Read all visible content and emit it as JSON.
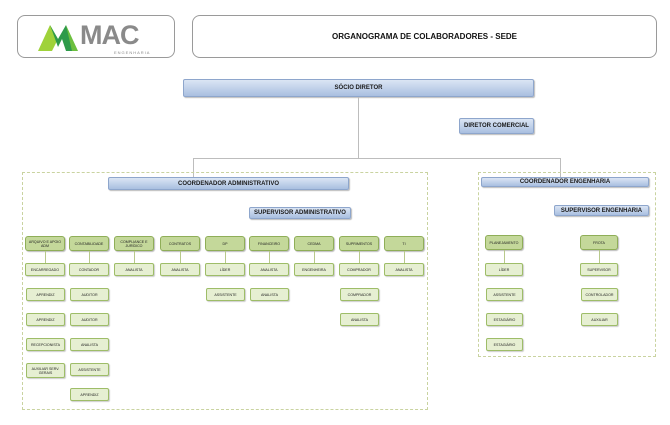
{
  "logo": {
    "name": "MAC",
    "subtitle": "ENGENHARIA",
    "colors": {
      "green_light": "#9fd23a",
      "green_dark": "#2e9a4a",
      "gray": "#8a8a8a"
    }
  },
  "title": "ORGANOGRAMA DE COLABORADORES - SEDE",
  "socio": "SÓCIO DIRETOR",
  "diretor_comercial": "DIRETOR COMERCIAL",
  "admin": {
    "coordinator": "COORDENADOR ADMINISTRATIVO",
    "supervisor": "SUPERVISOR ADMINISTRATIVO",
    "columns": [
      {
        "header": "ARQUIVO E APOIO ADM",
        "items": [
          "ENCARREGADO",
          "APRENDIZ",
          "APRENDIZ",
          "RECEPCIONISTA",
          "AUXILIAR SERV. GERAIS"
        ]
      },
      {
        "header": "CONTABILIDADE",
        "items": [
          "CONTADOR",
          "AUDITOR",
          "AUDITOR",
          "ANALISTA",
          "ASSISTENTE",
          "APRENDIZ"
        ]
      },
      {
        "header": "COMPLIANCE E JURÍDICO",
        "items": [
          "ANALISTA"
        ]
      },
      {
        "header": "CONTRATOS",
        "items": [
          "ANALISTA"
        ]
      },
      {
        "header": "DP",
        "items": [
          "LÍDER",
          "ASSISTENTE"
        ]
      },
      {
        "header": "FINANCEIRO",
        "items": [
          "ANALISTA",
          "ANALISTA"
        ]
      },
      {
        "header": "CEDMA",
        "items": [
          "ENGENHEIRA"
        ]
      },
      {
        "header": "SUPRIMENTOS",
        "items": [
          "COMPRADOR",
          "COMPRADOR",
          "ANALISTA"
        ]
      },
      {
        "header": "TI",
        "items": [
          "ANALISTA"
        ]
      }
    ]
  },
  "eng": {
    "coordinator": "COORDENADOR ENGENHARIA",
    "supervisor": "SUPERVISOR ENGENHARIA",
    "columns": [
      {
        "header": "PLANEJAMENTO",
        "items": [
          "LÍDER",
          "ASSISTENTE",
          "ESTAGIÁRIO",
          "ESTAGIÁRIO"
        ]
      },
      {
        "header": "FROTA",
        "items": [
          "SUPERVISOR",
          "CONTROLADOR",
          "AUXILIAR"
        ]
      }
    ]
  }
}
